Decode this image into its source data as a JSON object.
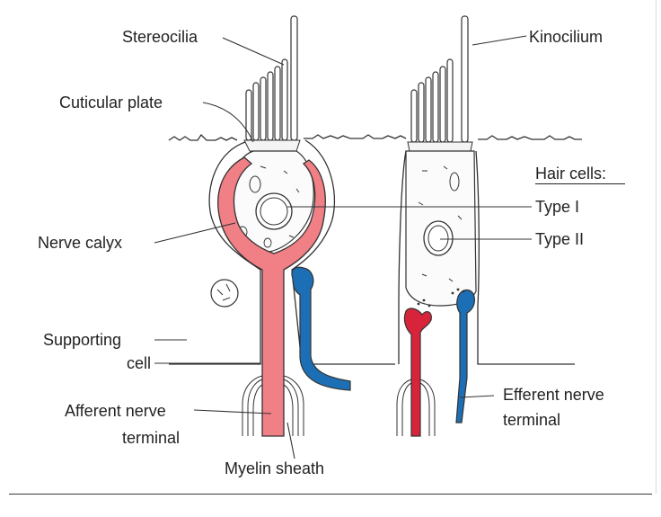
{
  "labels": {
    "stereocilia": "Stereocilia",
    "kinocilium": "Kinocilium",
    "cuticular_plate": "Cuticular plate",
    "hair_cells": "Hair cells:",
    "type_one": "Type I",
    "type_two": "Type II",
    "nerve_calyx": "Nerve calyx",
    "supporting_cell_line1": "Supporting",
    "supporting_cell_line2": "cell",
    "afferent_line1": "Afferent nerve",
    "afferent_line2": "terminal",
    "efferent_line1": "Efferent nerve",
    "efferent_line2": "terminal",
    "myelin_sheath": "Myelin sheath"
  },
  "colors": {
    "afferent": "#f07f86",
    "afferent_type_two": "#d8243a",
    "efferent": "#1d6fb5",
    "outline": "#333333"
  }
}
